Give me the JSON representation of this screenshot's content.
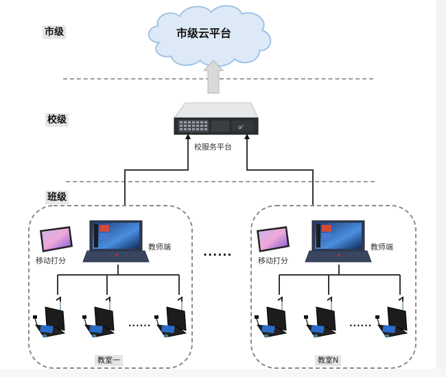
{
  "levels": {
    "city": "市级",
    "school": "校级",
    "class": "班级"
  },
  "city_platform": {
    "label": "市级云平台",
    "icon": "cloud-icon",
    "fill": "#dde9f6",
    "stroke": "#9dc3e6"
  },
  "school_platform": {
    "label": "校服务平台",
    "icon": "rack-server-icon"
  },
  "between_rooms_ellipsis": "······",
  "classrooms": [
    {
      "name": "教室一",
      "mobile_label": "移动打分",
      "teacher_label": "教师端",
      "devices_ellipsis": "······",
      "student_devices": [
        "student-kit",
        "student-kit",
        "student-kit"
      ]
    },
    {
      "name": "教室N",
      "mobile_label": "移动打分",
      "teacher_label": "教师端",
      "devices_ellipsis": "······",
      "student_devices": [
        "student-kit",
        "student-kit",
        "student-kit"
      ]
    }
  ],
  "colors": {
    "divider": "#9a9a9a",
    "connector": "#333333",
    "upload_arrow": "#d9d9d9",
    "label_bg": "#e6e6e6"
  }
}
